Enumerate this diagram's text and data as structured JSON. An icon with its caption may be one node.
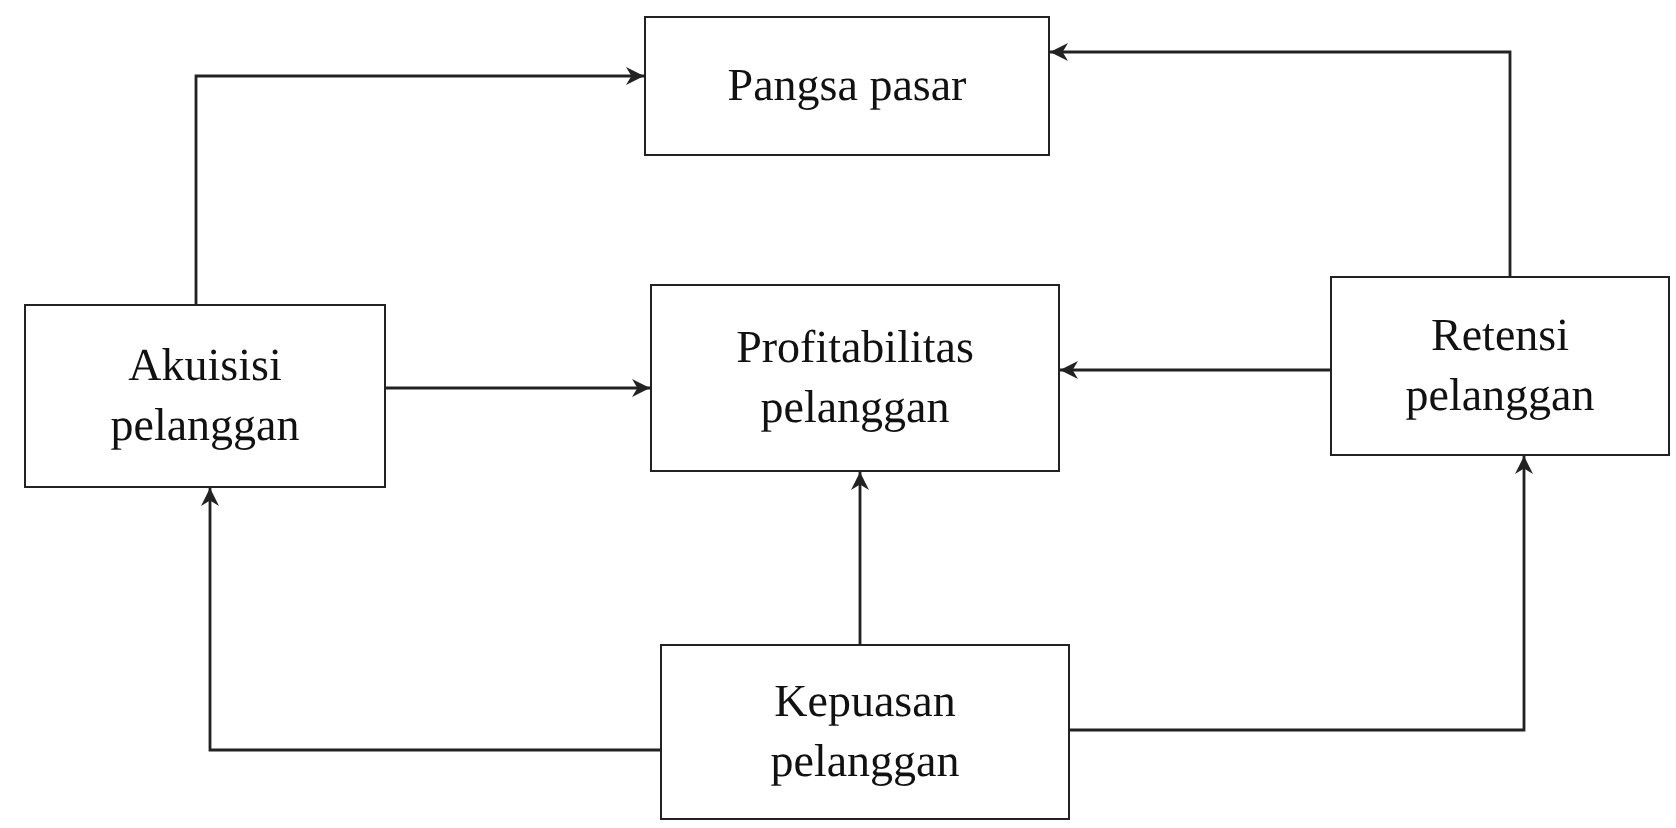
{
  "diagram": {
    "nodes": [
      {
        "text": [
          "Pangsa pasar"
        ]
      },
      {
        "text": [
          "Akuisisi pelanggan"
        ]
      },
      {
        "text": [
          "Profitabilitas pelanggan"
        ]
      },
      {
        "text": [
          "Retensi pelanggan"
        ]
      },
      {
        "text": [
          "Kepuasan pelanggan"
        ]
      }
    ],
    "edges": [
      {
        "from": 1,
        "to": 0,
        "arrow": "to"
      },
      {
        "from": 3,
        "to": 0,
        "arrow": "to"
      },
      {
        "from": 1,
        "to": 2,
        "arrow": "to"
      },
      {
        "from": 3,
        "to": 2,
        "arrow": "to"
      },
      {
        "from": 4,
        "to": 2,
        "arrow": "to"
      },
      {
        "from": 4,
        "to": 1,
        "arrow": "to"
      },
      {
        "from": 4,
        "to": 3,
        "arrow": "to"
      }
    ]
  }
}
